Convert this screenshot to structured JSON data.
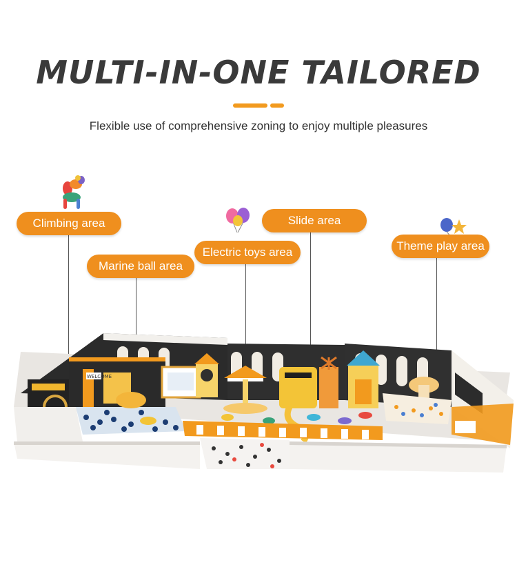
{
  "title": "MULTI-IN-ONE TAILORED",
  "subtitle": "Flexible use of comprehensive zoning to enjoy multiple pleasures",
  "accent_color": "#ef8f1e",
  "labels": {
    "climbing": "Climbing area",
    "marine": "Marine ball area",
    "electric": "Electric toys area",
    "slide": "Slide area",
    "theme": "Theme play area"
  },
  "icons": {
    "balloon_dog": "balloon-dog-icon",
    "balloons_electric": "balloons-icon",
    "balloons_theme": "balloon-star-icon"
  },
  "sign_text": "WELCOME"
}
